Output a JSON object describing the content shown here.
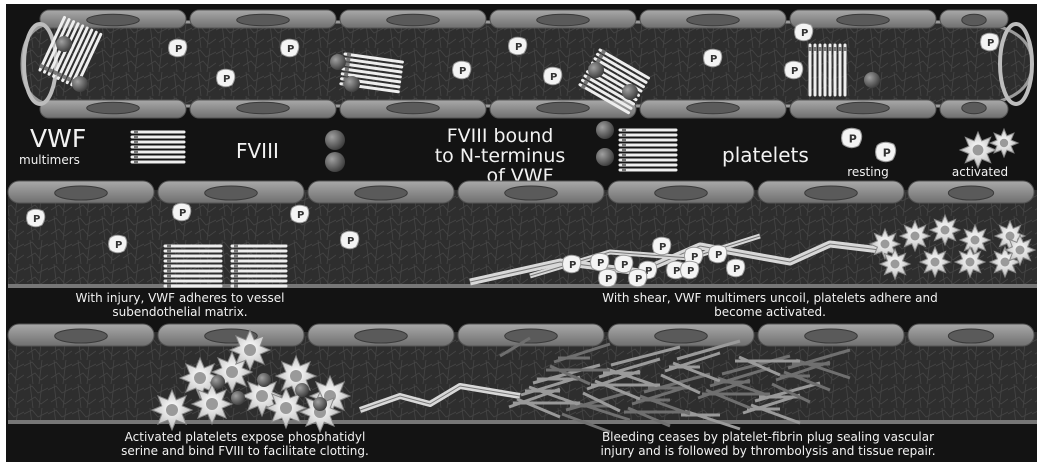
{
  "legend": {
    "vwf": "VWF",
    "vwf_sub": "multimers",
    "fviii": "FVIII",
    "bound_line1": "FVIII bound",
    "bound_line2": "to N-terminus",
    "bound_line3": "of VWF",
    "platelets": "platelets",
    "resting": "resting",
    "activated": "activated"
  },
  "platelet_glyph": "P",
  "captions": {
    "injury_line1": "With injury, VWF adheres to vessel",
    "injury_line2": "subendothelial matrix.",
    "shear_line1": "With shear, VWF multimers uncoil, platelets adhere and",
    "shear_line2": "become activated.",
    "activated_line1": "Activated platelets expose phosphatidyl",
    "activated_line2": "serine and bind FVIII to facilitate clotting.",
    "bleeding_line1": "Bleeding ceases by platelet-fibrin plug sealing vascular",
    "bleeding_line2": "injury and is followed by thrombolysis and tissue repair."
  },
  "colors": {
    "background": "#131313",
    "vessel_lumen": "#303030",
    "endothelium": "#8a8a8a",
    "text": "#f2f2f2"
  }
}
